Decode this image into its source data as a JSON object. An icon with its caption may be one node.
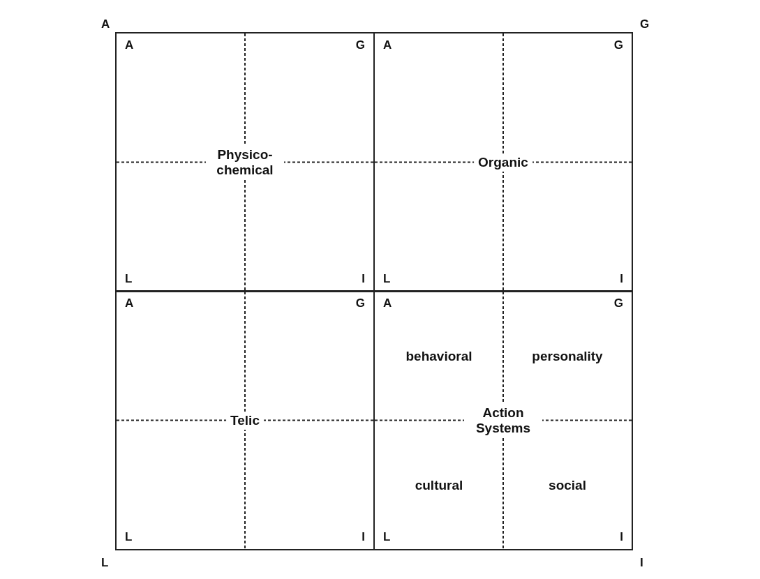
{
  "diagram": {
    "nodes": [
      {
        "text": [
          "A",
          "G",
          "L",
          "I"
        ]
      },
      {
        "text": [
          "A",
          "G",
          "Physico- chemical",
          "L",
          "I"
        ],
        "in": 0
      },
      {
        "text": [
          "A",
          "G",
          "Organic",
          "L",
          "I"
        ],
        "in": 0
      },
      {
        "text": [
          "A",
          "G",
          "Telic",
          "L",
          "I"
        ],
        "in": 0
      },
      {
        "text": [
          "A",
          "G",
          "Action Systems",
          "L",
          "I"
        ],
        "in": 0
      },
      {
        "text": [
          "behavioral"
        ],
        "in": 4
      },
      {
        "text": [
          "personality"
        ],
        "in": 4
      },
      {
        "text": [
          "cultural"
        ],
        "in": 4
      },
      {
        "text": [
          "social"
        ],
        "in": 4
      }
    ],
    "edges": []
  }
}
